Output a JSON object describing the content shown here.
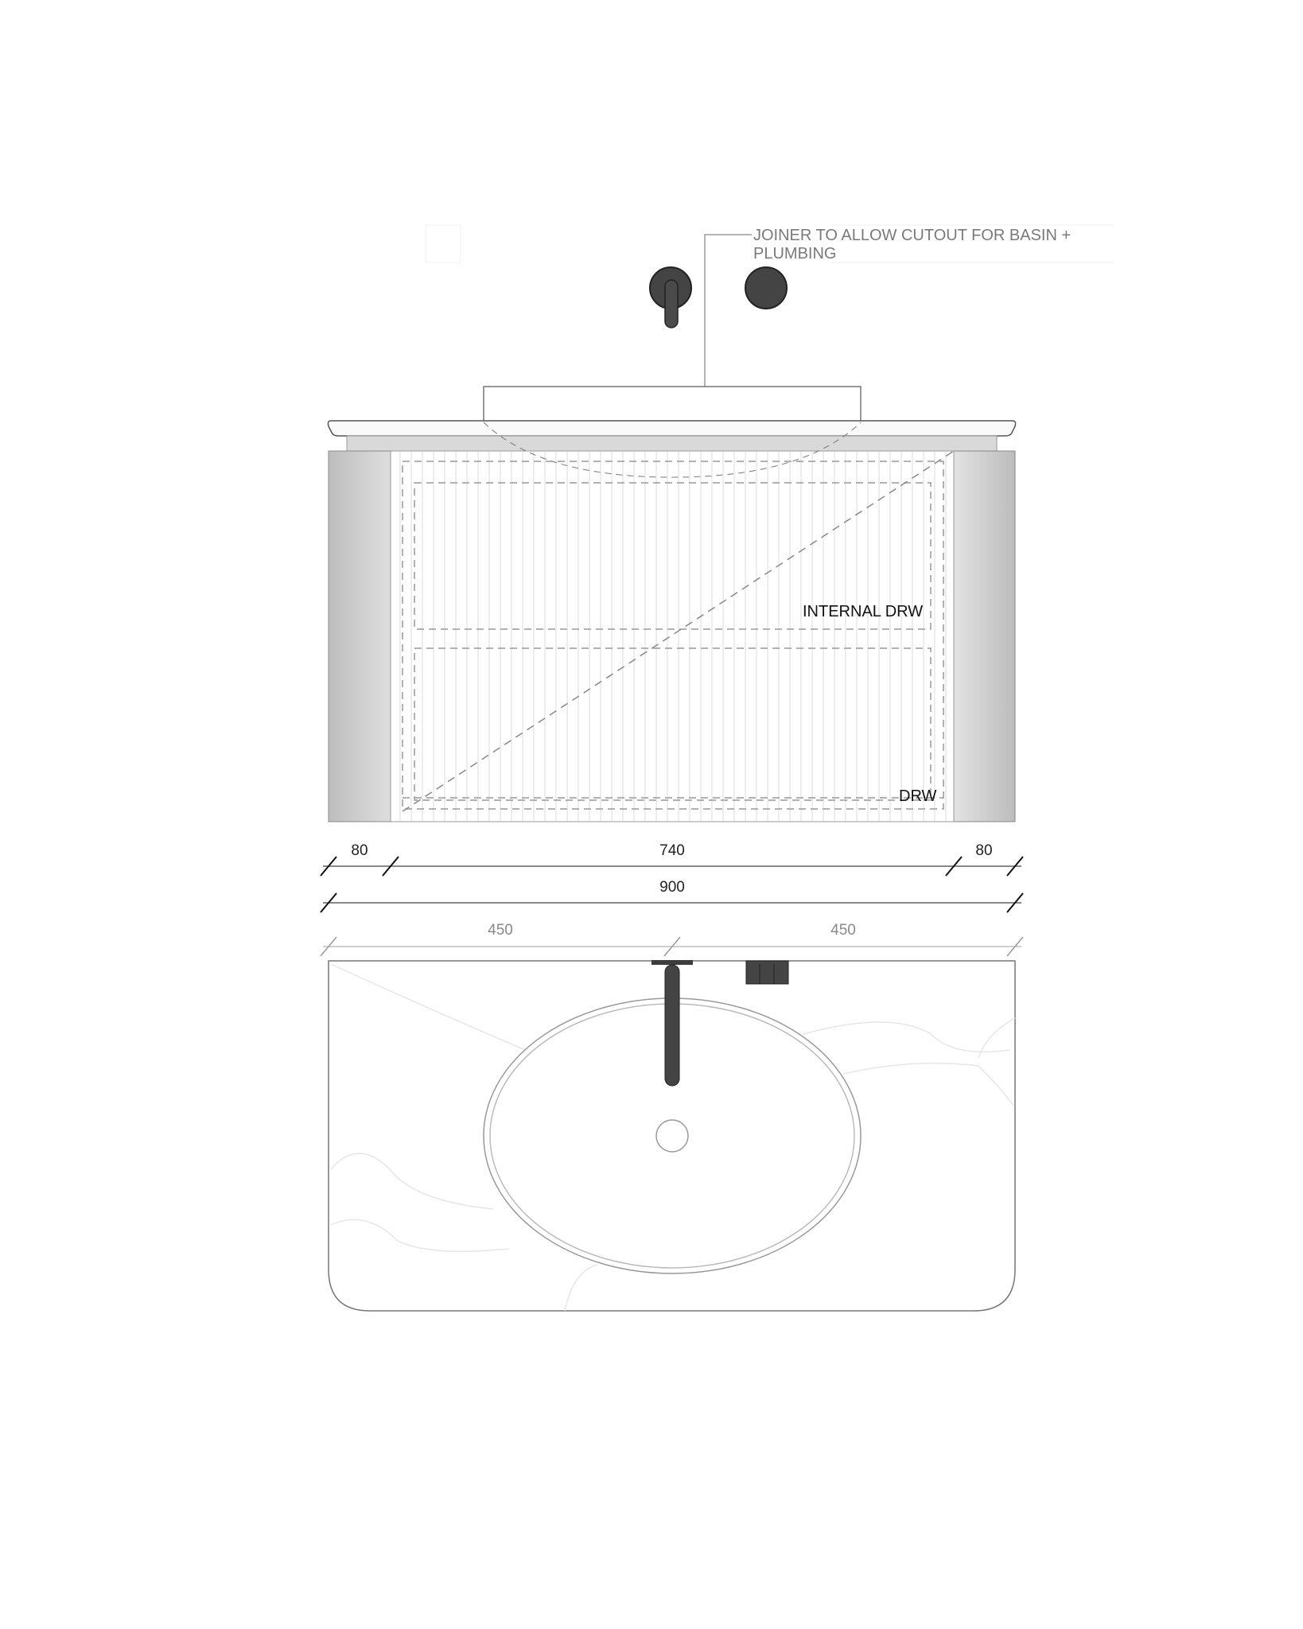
{
  "annotation": {
    "line1": "JOINER TO ALLOW CUTOUT FOR BASIN +",
    "line2": "PLUMBING"
  },
  "labels": {
    "internal_drawer": "INTERNAL DRW",
    "drawer": "DRW"
  },
  "dimensions": {
    "left_panel": "80",
    "center": "740",
    "right_panel": "80",
    "overall": "900",
    "half_left": "450",
    "half_right": "450"
  },
  "colors": {
    "fixture": "#3d3d3d",
    "panel": "#c8c8c8",
    "line": "#8c8c8c"
  }
}
